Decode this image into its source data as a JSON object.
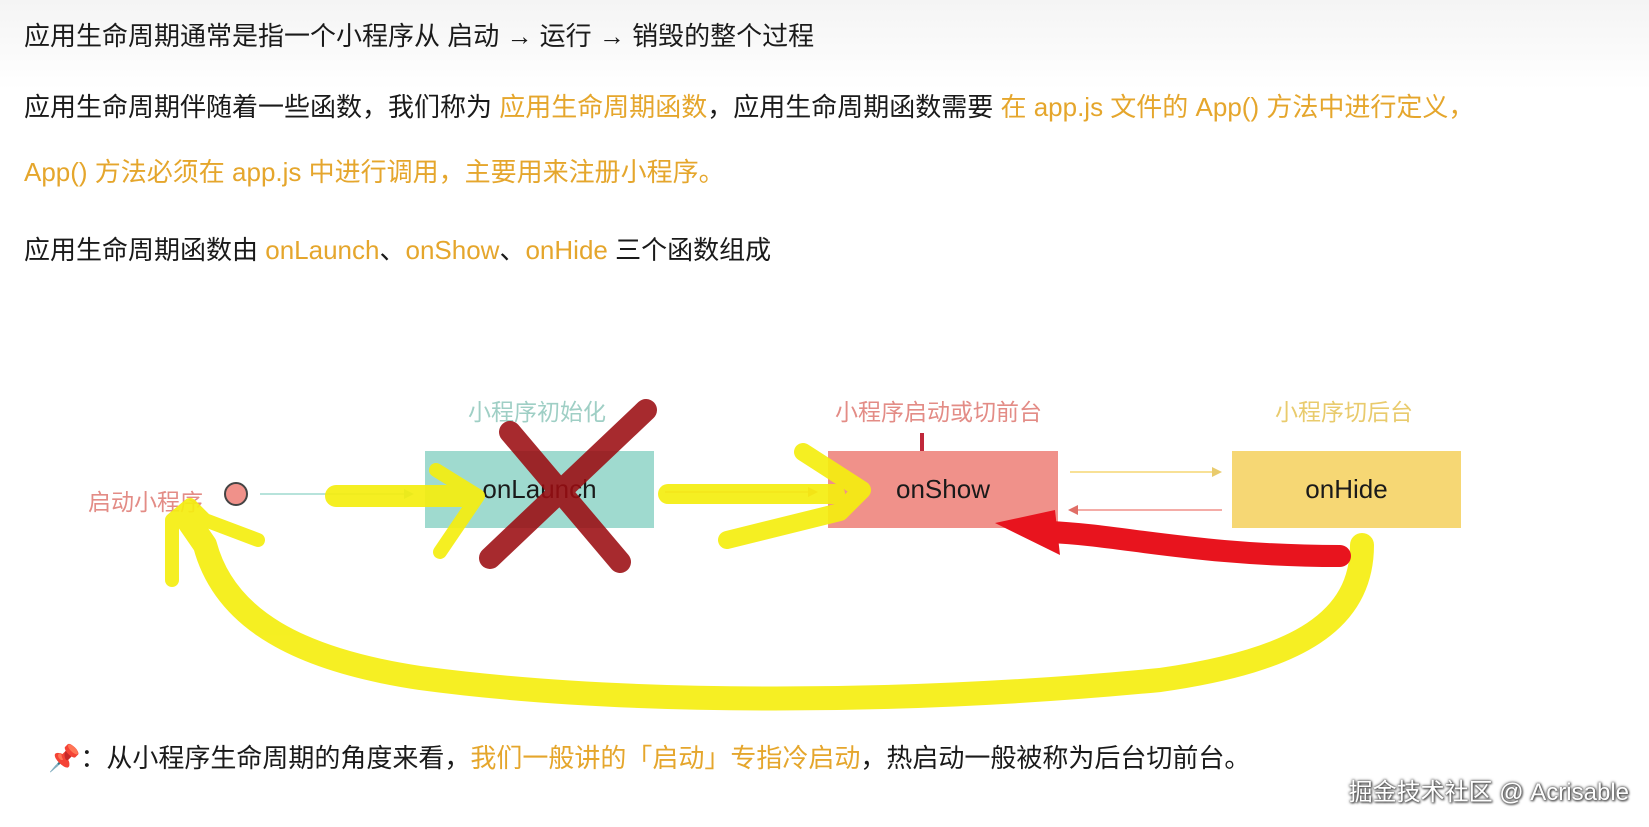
{
  "text": {
    "line1": "应用生命周期通常是指一个小程序从 启动 → 运行 → 销毁的整个过程",
    "line2_a": "应用生命周期伴随着一些函数，我们称为 ",
    "line2_b": "应用生命周期函数",
    "line2_c": "，应用生命周期函数需要 ",
    "line2_d": "在 app.js 文件的 App() 方法中进行定义，",
    "line3": "App() 方法必须在 app.js 中进行调用，主要用来注册小程序。",
    "line4_a": "应用生命周期函数由 ",
    "line4_b": "onLaunch",
    "line4_c": "、",
    "line4_d": "onShow",
    "line4_e": "、",
    "line4_f": "onHide",
    "line4_g": " 三个函数组成",
    "note_icon": "📌",
    "note_a": "：从小程序生命周期的角度来看，",
    "note_b": "我们一般讲的「启动」专指冷启动",
    "note_c": "，热启动一般被称为后台切前台。"
  },
  "diagram": {
    "start_label": "启动小程序",
    "captions": {
      "launch": "小程序初始化",
      "show": "小程序启动或切前台",
      "hide": "小程序切后台"
    },
    "boxes": {
      "launch": "onLaunch",
      "show": "onShow",
      "hide": "onHide"
    }
  },
  "watermark": "掘金技术社区 @ Acrisable",
  "colors": {
    "highlight_text": "#e5a62c",
    "launch_box": "#9fdacf",
    "show_box": "#f0918a",
    "hide_box": "#f6d774",
    "yellow_marker": "#f5ee10",
    "red_marker": "#e8141e",
    "dark_red_cross": "#9b0d12"
  },
  "icons": {
    "note": "pushpin-icon",
    "start": "start-dot-icon"
  }
}
